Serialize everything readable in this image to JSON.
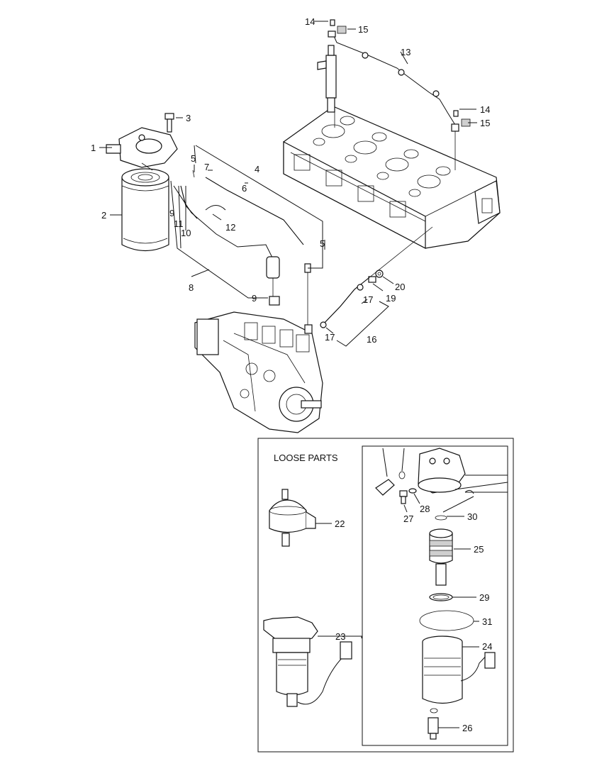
{
  "loose_parts_title": "LOOSE PARTS",
  "callouts": {
    "c1": "1",
    "c2": "2",
    "c3": "3",
    "c4": "4",
    "c5a": "5",
    "c5b": "5",
    "c6": "6",
    "c7": "7",
    "c8": "8",
    "c9a": "9",
    "c9b": "9",
    "c10": "10",
    "c11": "11",
    "c12": "12",
    "c13": "13",
    "c14a": "14",
    "c14b": "14",
    "c15a": "15",
    "c15b": "15",
    "c16": "16",
    "c17a": "17",
    "c17b": "17",
    "c19": "19",
    "c20": "20",
    "c22": "22",
    "c23": "23",
    "c24": "24",
    "c25": "25",
    "c26": "26",
    "c27": "27",
    "c28": "28",
    "c29": "29",
    "c30": "30",
    "c31": "31"
  }
}
